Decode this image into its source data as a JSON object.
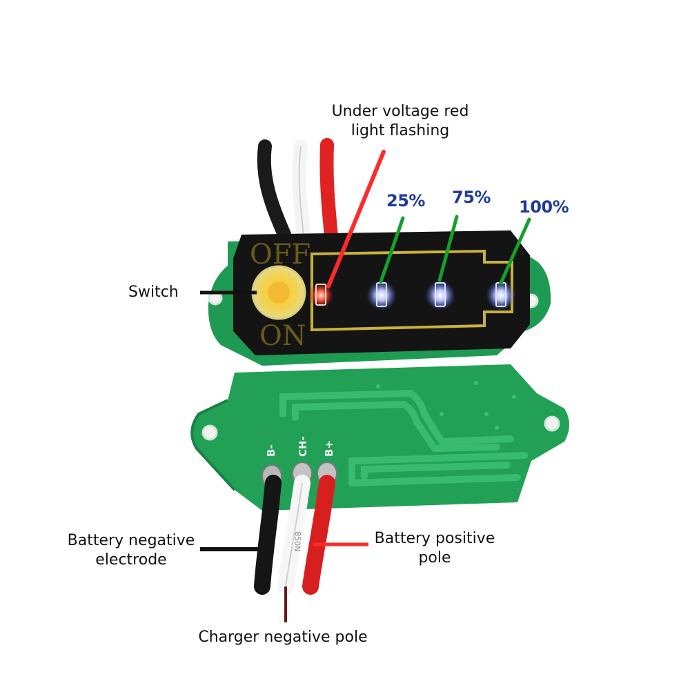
{
  "labels": {
    "under_voltage": "Under voltage red\nlight flashing",
    "switch": "Switch",
    "battery_negative": "Battery negative\nelectrode",
    "battery_positive": "Battery positive\npole",
    "charger_negative": "Charger negative pole"
  },
  "levels": {
    "level_25": "25%",
    "level_75": "75%",
    "level_100": "100%"
  },
  "board": {
    "off_text": "OFF",
    "on_text": "ON",
    "pad_b_minus": "B-",
    "pad_ch_minus": "CH-",
    "pad_b_plus": "B+",
    "wire_print": "850N"
  },
  "colors": {
    "pcb_green": "#1f9a52",
    "level_text": "#1f3a9e",
    "leader_red": "#ff2a2a",
    "leader_green": "#14a02a",
    "leader_black": "#111111",
    "led_blue": "#6f8bff",
    "led_red": "#ff3a2a"
  }
}
